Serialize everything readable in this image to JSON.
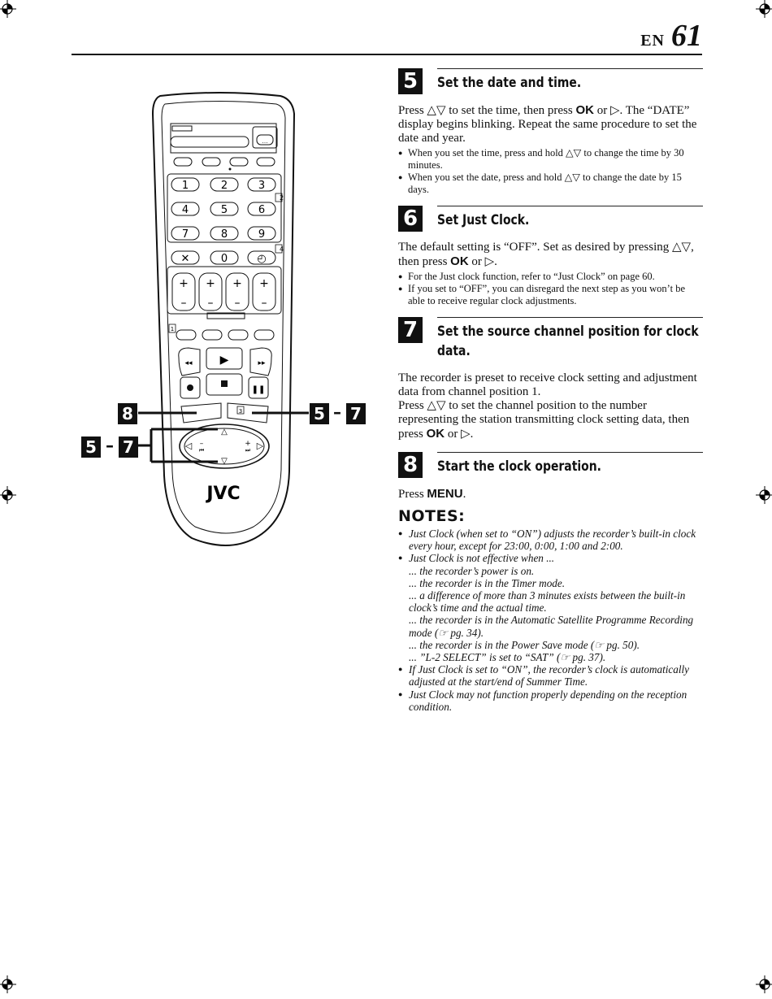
{
  "header": {
    "lang": "EN",
    "page_number": "61"
  },
  "steps": [
    {
      "num": "5",
      "title": "Set the date and time.",
      "body": [
        "Press △▽ to set the time, then press ",
        "OK",
        " or ▷. The “DATE” display begins blinking. Repeat the same procedure to set the date and year."
      ],
      "bullets": [
        "When you set the time,  press and hold △▽ to change the time by 30 minutes.",
        "When you set the date,  press and hold △▽ to change the date by 15 days."
      ]
    },
    {
      "num": "6",
      "title": "Set Just Clock.",
      "body": [
        "The default setting is “OFF”. Set as desired by pressing △▽, then press ",
        "OK",
        " or ▷."
      ],
      "bullets": [
        "For the Just clock function, refer to “Just Clock” on page 60.",
        "If you set to “OFF”, you can disregard the next step as you won’t be able to receive regular clock adjustments."
      ]
    },
    {
      "num": "7",
      "title": "Set the source channel position for clock data.",
      "body_lines": [
        "The recorder is preset to receive clock setting and adjustment data from channel position 1."
      ],
      "body2": [
        "Press △▽ to set the channel position to the number representing the station transmitting clock setting data, then press ",
        "OK",
        " or ▷."
      ]
    },
    {
      "num": "8",
      "title": "Start the clock operation.",
      "body": [
        "Press ",
        "MENU",
        "."
      ]
    }
  ],
  "notes": {
    "title": "NOTES:",
    "items": [
      {
        "text": "Just Clock (when set to “ON”) adjusts the recorder’s built-in clock every hour, except for 23:00, 0:00, 1:00 and 2:00."
      },
      {
        "text": "Just Clock is not effective when ...",
        "subs": [
          "... the recorder’s power is on.",
          "... the recorder is in the Timer mode.",
          "... a difference of more than 3 minutes exists between the built-in clock’s time and the actual time.",
          "... the recorder is in the Automatic Satellite Programme Recording mode (☞ pg. 34).",
          "... the recorder is in the Power Save mode (☞ pg. 50).",
          "... ”L-2 SELECT” is set to “SAT” (☞ pg. 37)."
        ]
      },
      {
        "text": "If Just Clock is set to “ON”, the recorder’s clock is automatically adjusted at the start/end of Summer Time."
      },
      {
        "text": "Just Clock may not function properly depending on the reception condition."
      }
    ]
  },
  "remote": {
    "brand": "JVC",
    "keypad": [
      "1",
      "2",
      "3",
      "4",
      "5",
      "6",
      "7",
      "8",
      "9",
      "✕",
      "0",
      "◴"
    ],
    "side_labels": [
      "2",
      "4",
      "1",
      "3"
    ],
    "callouts": {
      "left_single": "8",
      "left_range_from": "5",
      "left_range_to": "7",
      "right_range_from": "5",
      "right_range_to": "7",
      "dash": "–"
    }
  }
}
